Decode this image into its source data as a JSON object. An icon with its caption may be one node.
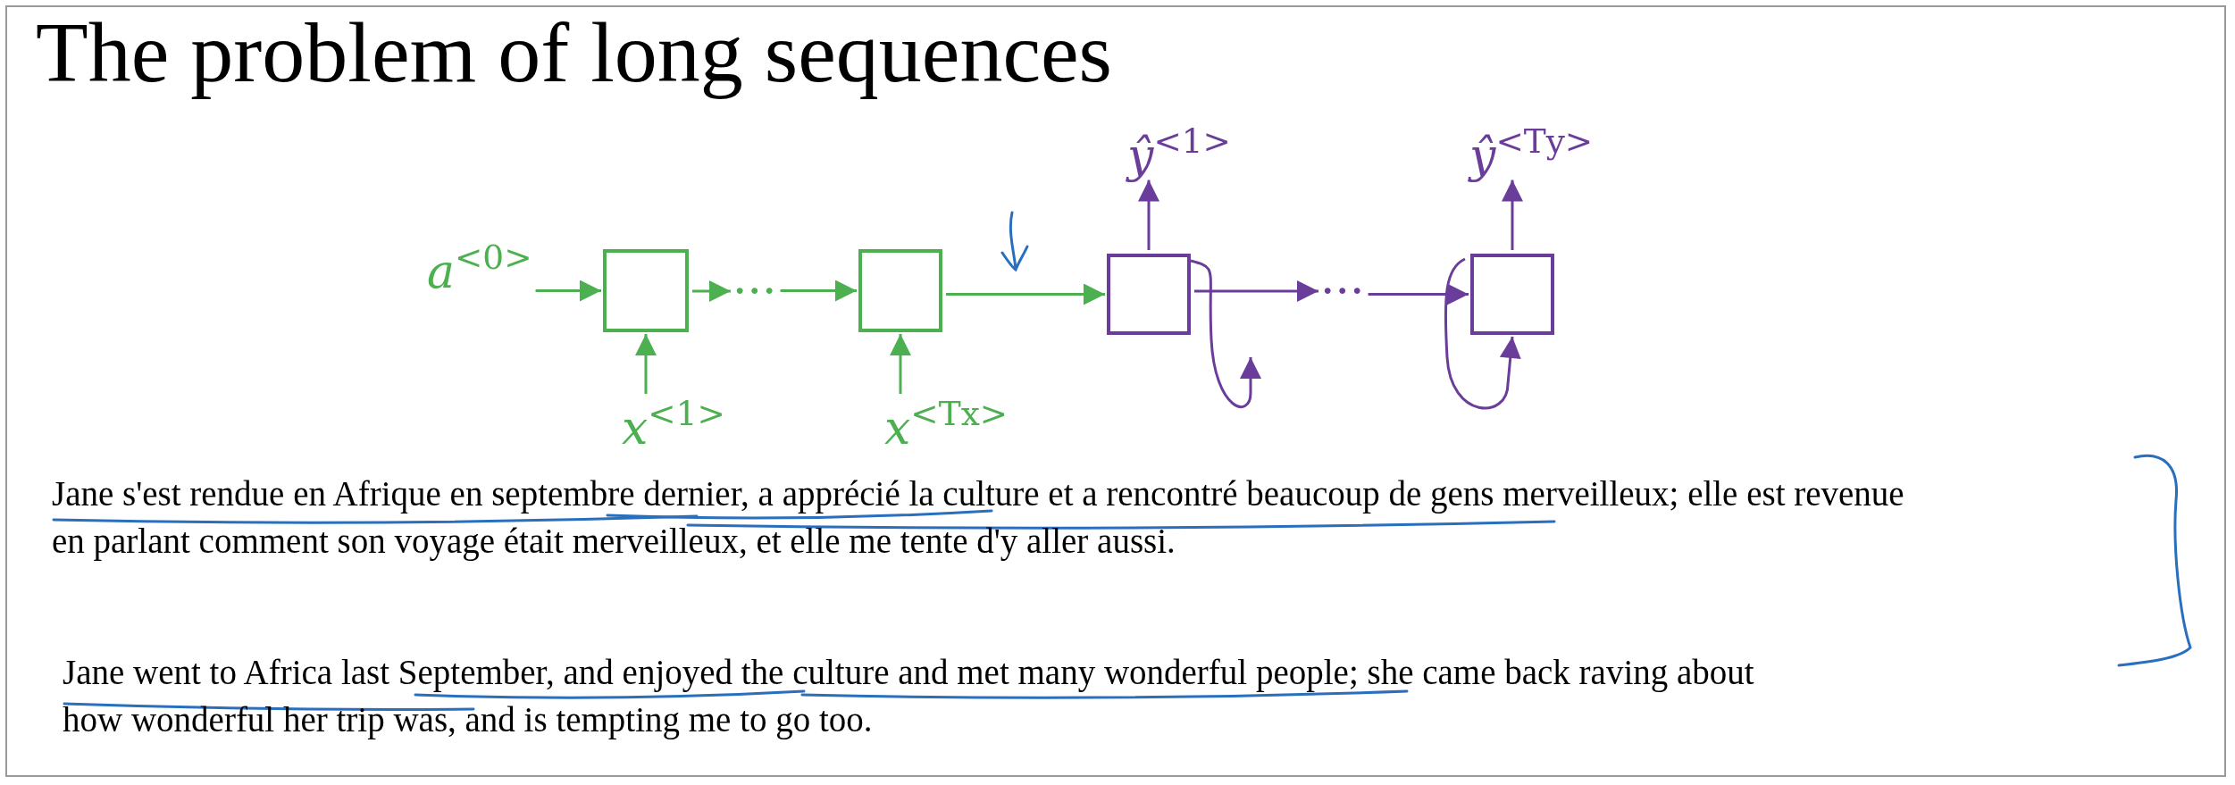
{
  "diagram": {
    "title": "The problem of long sequences",
    "nodes": [
      {
        "text": [
          "*a*$^{<0>}$"
        ]
      },
      {
        "text": [],
        "shape": "box"
      },
      {
        "text": [
          "···"
        ]
      },
      {
        "text": [],
        "shape": "box"
      },
      {
        "text": [
          "*x*$^{<1>}$"
        ]
      },
      {
        "text": [
          "*x*$^{<Tx>}$"
        ]
      },
      {
        "text": [],
        "shape": "box"
      },
      {
        "text": [
          "···"
        ]
      },
      {
        "text": [],
        "shape": "box"
      },
      {
        "text": [
          "*ŷ*$^{<1>}$"
        ]
      },
      {
        "text": [
          "*ŷ*$^{<Ty>}$"
        ]
      }
    ],
    "edges": [
      {
        "from": 0,
        "to": 1,
        "arrow": "to"
      },
      {
        "from": 1,
        "to": 2,
        "arrow": "to"
      },
      {
        "from": 2,
        "to": 3,
        "arrow": "to"
      },
      {
        "from": 4,
        "to": 1,
        "arrow": "to"
      },
      {
        "from": 5,
        "to": 3,
        "arrow": "to"
      },
      {
        "from": 3,
        "to": 6,
        "arrow": "to"
      },
      {
        "from": 6,
        "to": 9,
        "arrow": "to",
        "color": "#6a3d9a"
      },
      {
        "from": 6,
        "to": 7,
        "arrow": "to",
        "color": "#6a3d9a"
      },
      {
        "from": 7,
        "to": 8,
        "arrow": "to",
        "color": "#6a3d9a"
      },
      {
        "from": 8,
        "to": 10,
        "arrow": "to",
        "color": "#6a3d9a"
      },
      {
        "from": 6,
        "to": null,
        "arrow": "to",
        "color": "#6a3d9a"
      },
      {
        "from": null,
        "to": 8,
        "arrow": "to",
        "color": "#6a3d9a"
      }
    ],
    "labels": [
      "Jane s'est rendue en Afrique en septembre dernier, a apprécié la culture et a rencontré beaucoup de gens merveilleux; elle est revenue en parlant comment son voyage était merveilleux, et elle me tente d'y aller aussi.",
      "Jane went to Africa last September, and enjoyed the culture and met many wonderful people; she came back raving about how wonderful her trip was, and is tempting me to go too."
    ]
  }
}
